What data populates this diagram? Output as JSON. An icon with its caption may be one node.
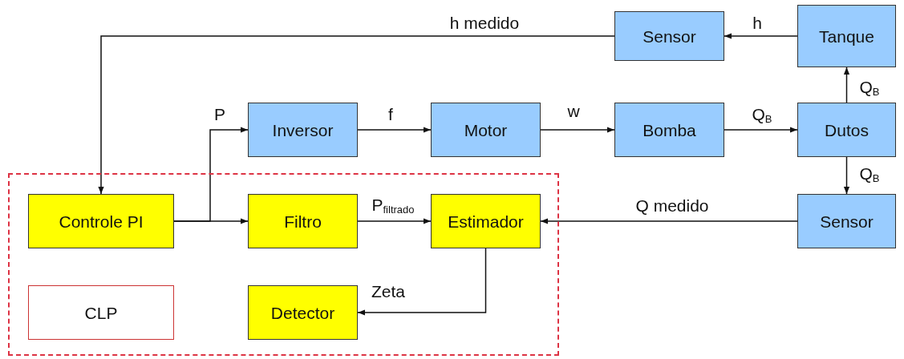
{
  "diagram": {
    "nodes": [
      {
        "text": [
          "Sensor"
        ]
      },
      {
        "text": [
          "Tanque"
        ]
      },
      {
        "text": [
          "Inversor"
        ]
      },
      {
        "text": [
          "Motor"
        ]
      },
      {
        "text": [
          "Bomba"
        ]
      },
      {
        "text": [
          "Dutos"
        ]
      },
      {
        "text": [],
        "shape": "box"
      },
      {
        "text": [
          "Controle PI"
        ],
        "in": 6
      },
      {
        "text": [
          "Filtro"
        ],
        "in": 6
      },
      {
        "text": [
          "Estimador"
        ],
        "in": 6
      },
      {
        "text": [
          "Sensor"
        ]
      },
      {
        "text": [
          "CLP"
        ],
        "in": 6
      },
      {
        "text": [
          "Detector"
        ],
        "in": 6
      }
    ],
    "edges": [
      {
        "from": 1,
        "to": 0,
        "arrow": "to",
        "label": "h"
      },
      {
        "from": 0,
        "to": 7,
        "arrow": "to",
        "label": "h medido"
      },
      {
        "from": 7,
        "to": 2,
        "arrow": "to",
        "label": "P"
      },
      {
        "from": 7,
        "to": 8,
        "arrow": "to"
      },
      {
        "from": 2,
        "to": 3,
        "arrow": "to",
        "label": "f"
      },
      {
        "from": 3,
        "to": 4,
        "arrow": "to",
        "label": "w"
      },
      {
        "from": 4,
        "to": 5,
        "arrow": "to",
        "label": "Q$_{B}$"
      },
      {
        "from": 5,
        "to": 1,
        "arrow": "to",
        "label": "Q$_{B}$"
      },
      {
        "from": 5,
        "to": 10,
        "arrow": "to",
        "label": "Q$_{B}$"
      },
      {
        "from": 10,
        "to": 9,
        "arrow": "to",
        "label": "Q medido"
      },
      {
        "from": 8,
        "to": 9,
        "arrow": "to",
        "label": "P$_{filtrado}$"
      },
      {
        "from": 9,
        "to": 12,
        "arrow": "to",
        "label": "Zeta"
      }
    ]
  }
}
